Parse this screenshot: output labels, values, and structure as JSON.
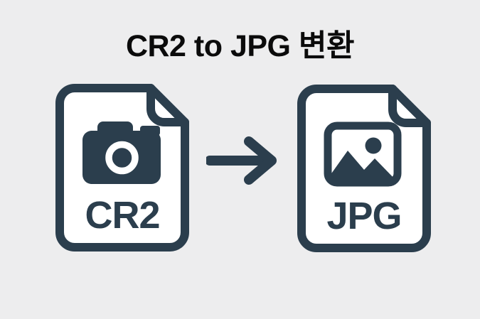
{
  "banner": {
    "title": "CR2 to JPG 변환"
  },
  "conversion": {
    "source": {
      "label": "CR2",
      "file_type": "CR2",
      "icon": "camera-icon"
    },
    "target": {
      "label": "JPG",
      "file_type": "JPG",
      "icon": "image-icon"
    },
    "arrow": {
      "icon": "arrow-right-icon",
      "direction": "right"
    }
  },
  "colors": {
    "background": "#ededee",
    "icon": "#2b3e4d",
    "title": "#0b0b0b",
    "file_fill": "#ffffff"
  }
}
